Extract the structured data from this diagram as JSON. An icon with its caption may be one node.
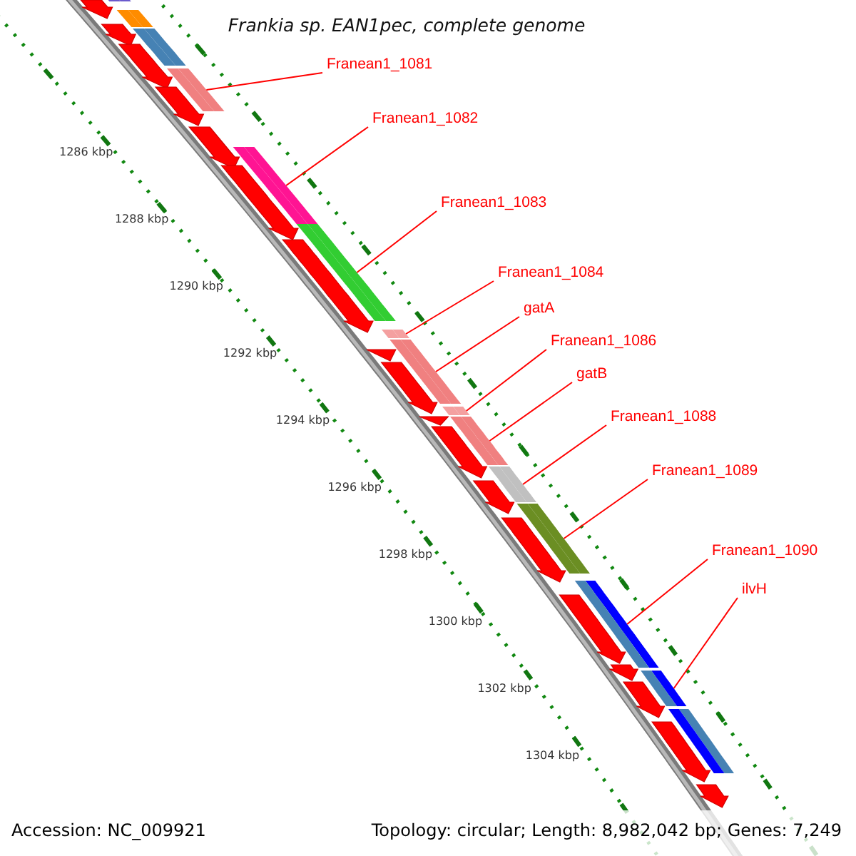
{
  "diagram": {
    "title": "Frankia sp. EAN1pec, complete genome",
    "nodes": [
      {
        "text": [
          "Franean1_1081"
        ]
      },
      {
        "text": [
          "Franean1_1082"
        ]
      },
      {
        "text": [
          "Franean1_1083"
        ]
      },
      {
        "text": [
          "Franean1_1084"
        ]
      },
      {
        "text": [
          "gatA"
        ]
      },
      {
        "text": [
          "Franean1_1086"
        ]
      },
      {
        "text": [
          "gatB"
        ]
      },
      {
        "text": [
          "Franean1_1088"
        ]
      },
      {
        "text": [
          "Franean1_1089"
        ]
      },
      {
        "text": [
          "Franean1_1090"
        ]
      },
      {
        "text": [
          "ilvH"
        ]
      },
      {
        "text": [],
        "shape": "bar"
      },
      {
        "text": [],
        "shape": "bar"
      },
      {
        "text": [],
        "shape": "bar"
      },
      {
        "text": [],
        "shape": "bar"
      },
      {
        "text": [],
        "shape": "bar"
      },
      {
        "text": [],
        "shape": "bar"
      },
      {
        "text": [],
        "shape": "bar"
      },
      {
        "text": [],
        "shape": "bar"
      },
      {
        "text": [],
        "shape": "bar"
      },
      {
        "text": [],
        "shape": "bar"
      },
      {
        "text": [],
        "shape": "bar"
      },
      {
        "text": [],
        "shape": "bar"
      },
      {
        "text": [],
        "shape": "bar"
      },
      {
        "text": [],
        "shape": "bar"
      },
      {
        "text": [],
        "shape": "bar"
      },
      {
        "text": [],
        "shape": "arrow"
      },
      {
        "text": [],
        "shape": "arrow"
      },
      {
        "text": [],
        "shape": "arrow"
      },
      {
        "text": [],
        "shape": "arrow"
      },
      {
        "text": [],
        "shape": "arrow"
      },
      {
        "text": [],
        "shape": "arrow"
      },
      {
        "text": [],
        "shape": "arrow"
      },
      {
        "text": [],
        "shape": "arrow"
      },
      {
        "text": [],
        "shape": "arrow"
      },
      {
        "text": [],
        "shape": "arrow"
      },
      {
        "text": [],
        "shape": "arrow"
      },
      {
        "text": [],
        "shape": "arrow"
      },
      {
        "text": [],
        "shape": "arrow"
      },
      {
        "text": [],
        "shape": "arrow"
      },
      {
        "text": [],
        "shape": "arrow"
      },
      {
        "text": [],
        "shape": "arrow"
      },
      {
        "text": [],
        "shape": "arrow"
      },
      {
        "text": [],
        "shape": "arrow"
      }
    ],
    "edges": [
      {
        "from": 0,
        "to": 14,
        "arrow": "none"
      },
      {
        "from": 1,
        "to": 15,
        "arrow": "none"
      },
      {
        "from": 2,
        "to": 16,
        "arrow": "none"
      },
      {
        "from": 3,
        "to": 17,
        "arrow": "none"
      },
      {
        "from": 4,
        "to": 18,
        "arrow": "none"
      },
      {
        "from": 5,
        "to": 19,
        "arrow": "none"
      },
      {
        "from": 6,
        "to": 20,
        "arrow": "none"
      },
      {
        "from": 7,
        "to": 21,
        "arrow": "none"
      },
      {
        "from": 8,
        "to": 22,
        "arrow": "none"
      },
      {
        "from": 9,
        "to": 23,
        "arrow": "none"
      },
      {
        "from": 10,
        "to": 24,
        "arrow": "none"
      }
    ],
    "labels": [
      "1286 kbp",
      "1288 kbp",
      "1290 kbp",
      "1292 kbp",
      "1294 kbp",
      "1296 kbp",
      "1298 kbp",
      "1300 kbp",
      "1302 kbp",
      "1304 kbp",
      "Accession: NC_009921",
      "Topology: circular; Length: 8,982,042 bp; Genes: 7,249"
    ]
  }
}
